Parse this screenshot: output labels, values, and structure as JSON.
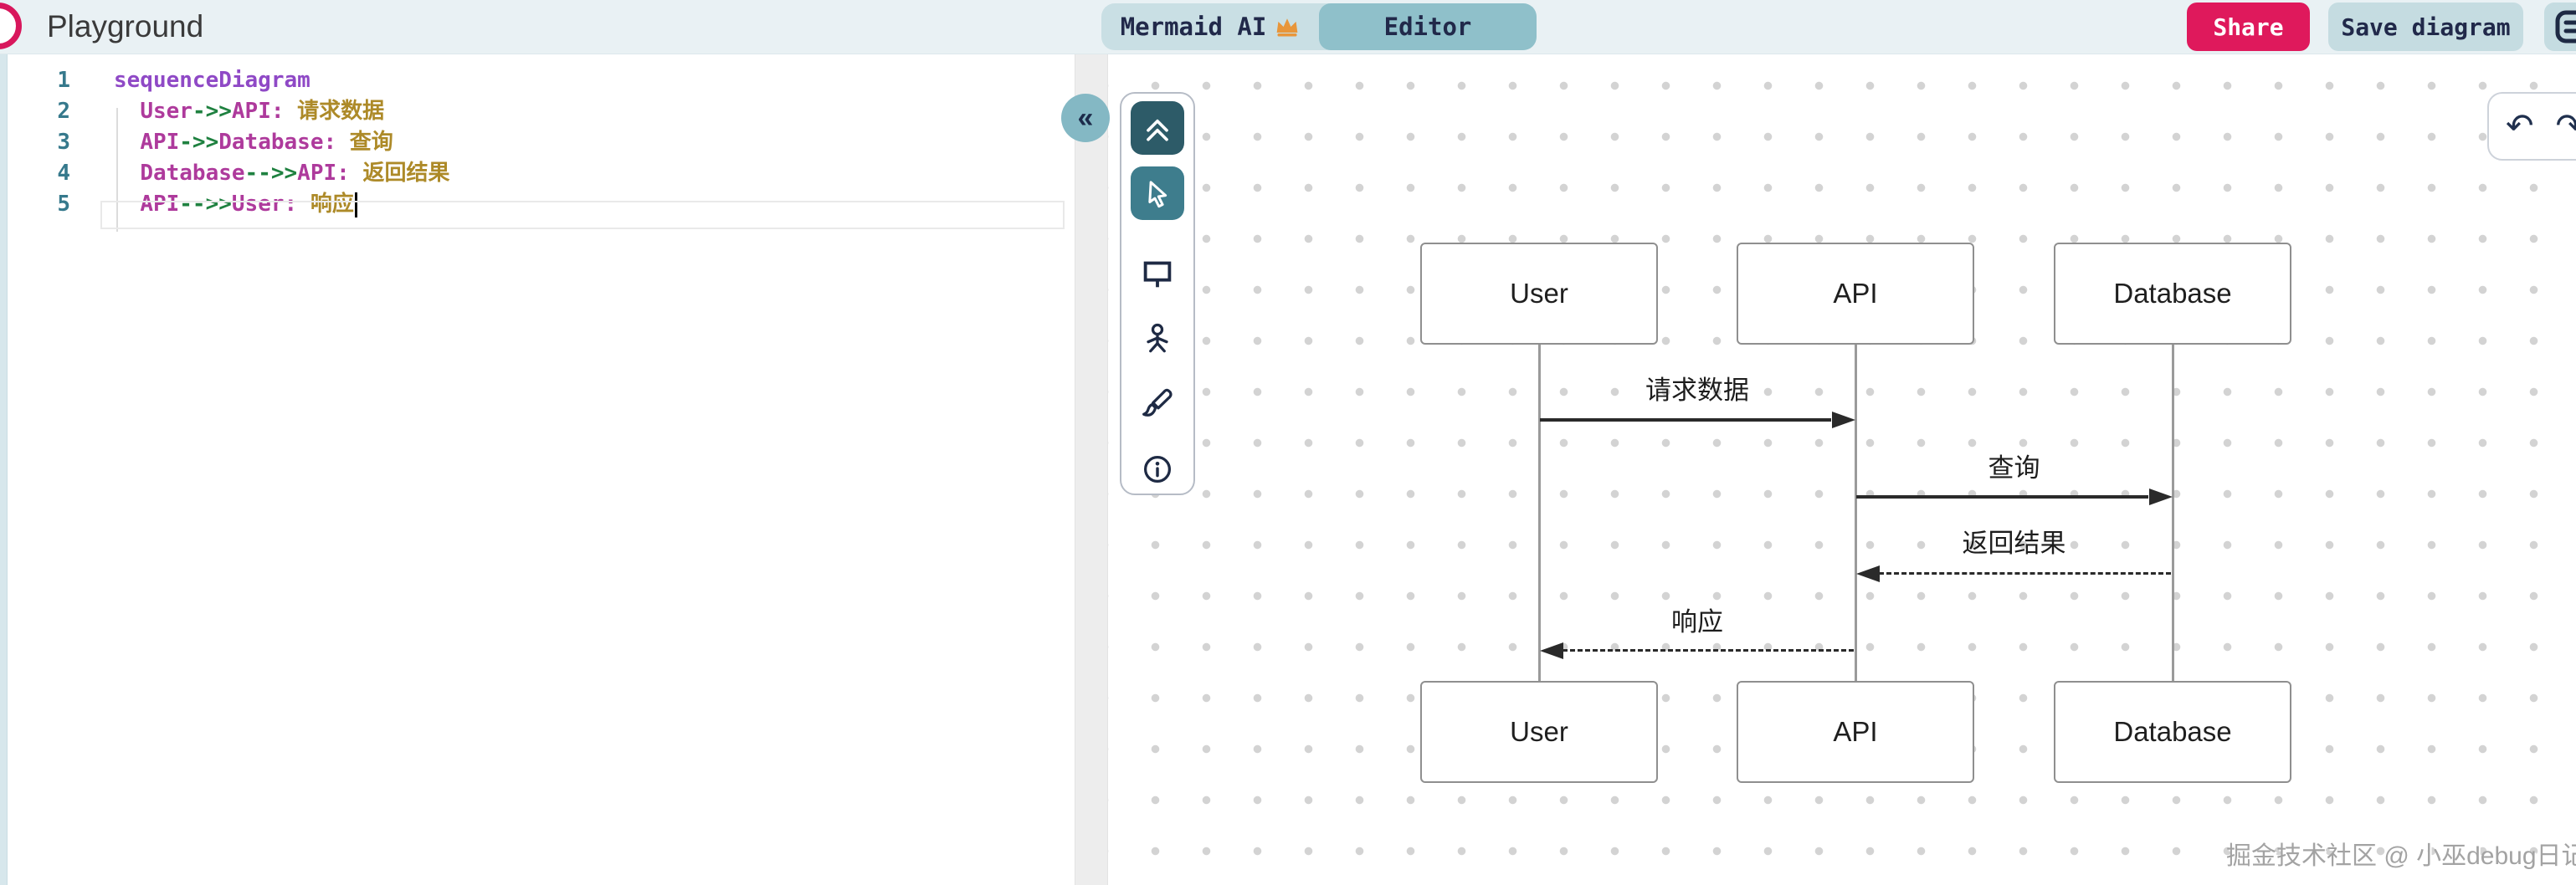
{
  "header": {
    "title": "Playground",
    "nav_tabs": [
      {
        "label": "Mermaid AI",
        "has_crown": true,
        "active": false
      },
      {
        "label": "Editor",
        "has_crown": false,
        "active": true
      }
    ],
    "share_button": "Share",
    "save_button": "Save diagram",
    "collapse_glyph": "«",
    "undo_glyph": "↶",
    "redo_glyph": "↷"
  },
  "colors": {
    "header_bg": "#e9f1f4",
    "accent_pink": "#df195c",
    "tab_active_teal": "#8fc0ca",
    "tab_light_teal": "#c9dfe4",
    "toolbar_dark_btn": "#2d5b68",
    "toolbar_teal_btn": "#3e7d8d",
    "syntax_keyword": "#8f49c6",
    "syntax_identifier": "#ae3a9c",
    "syntax_arrow": "#1f8140",
    "syntax_message": "#ad8a28",
    "line_number": "#36798c"
  },
  "toolbar_icons": [
    "chevrons-up-icon",
    "cursor-icon",
    "whiteboard-icon",
    "actor-icon",
    "paintbrush-icon",
    "info-icon"
  ],
  "editor": {
    "language": "mermaid",
    "lines": [
      {
        "num": "1",
        "indent": 0,
        "cursor": false,
        "tokens": [
          {
            "t": "sequenceDiagram",
            "c": "kw"
          }
        ]
      },
      {
        "num": "2",
        "indent": 1,
        "cursor": false,
        "tokens": [
          {
            "t": "User",
            "c": "id"
          },
          {
            "t": "->>",
            "c": "ar"
          },
          {
            "t": "API",
            "c": "id"
          },
          {
            "t": ":",
            "c": "id"
          },
          {
            "t": " 请求数据",
            "c": "ms"
          }
        ]
      },
      {
        "num": "3",
        "indent": 1,
        "cursor": false,
        "tokens": [
          {
            "t": "API",
            "c": "id"
          },
          {
            "t": "->>",
            "c": "ar"
          },
          {
            "t": "Database",
            "c": "id"
          },
          {
            "t": ":",
            "c": "id"
          },
          {
            "t": " 查询",
            "c": "ms"
          }
        ]
      },
      {
        "num": "4",
        "indent": 1,
        "cursor": false,
        "tokens": [
          {
            "t": "Database",
            "c": "id"
          },
          {
            "t": "-->>",
            "c": "ar"
          },
          {
            "t": "API",
            "c": "id"
          },
          {
            "t": ":",
            "c": "id"
          },
          {
            "t": " 返回结果",
            "c": "ms"
          }
        ]
      },
      {
        "num": "5",
        "indent": 1,
        "cursor": true,
        "tokens": [
          {
            "t": "API",
            "c": "id"
          },
          {
            "t": "-->>",
            "c": "ar"
          },
          {
            "t": "User",
            "c": "id"
          },
          {
            "t": ":",
            "c": "id"
          },
          {
            "t": " 响应",
            "c": "ms"
          }
        ]
      }
    ]
  },
  "diagram": {
    "type": "sequence",
    "actors": [
      "User",
      "API",
      "Database"
    ],
    "messages": [
      {
        "from": "User",
        "to": "API",
        "text": "请求数据",
        "style": "solid"
      },
      {
        "from": "API",
        "to": "Database",
        "text": "查询",
        "style": "solid"
      },
      {
        "from": "Database",
        "to": "API",
        "text": "返回结果",
        "style": "dashed"
      },
      {
        "from": "API",
        "to": "User",
        "text": "响应",
        "style": "dashed"
      }
    ],
    "watermark": "掘金技术社区 @ 小巫debug日记"
  }
}
